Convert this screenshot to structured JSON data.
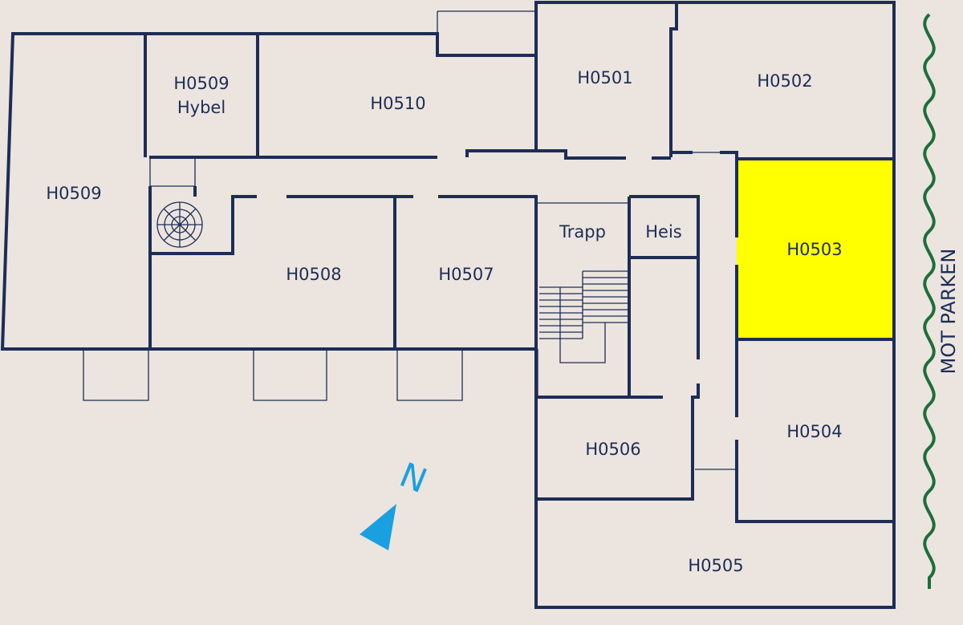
{
  "floor_plan": {
    "rooms": [
      {
        "id": "H0509",
        "label": "H0509",
        "highlighted": false
      },
      {
        "id": "H0509-hybel",
        "label": "H0509",
        "sublabel": "Hybel",
        "highlighted": false
      },
      {
        "id": "H0510",
        "label": "H0510",
        "highlighted": false
      },
      {
        "id": "H0501",
        "label": "H0501",
        "highlighted": false
      },
      {
        "id": "H0502",
        "label": "H0502",
        "highlighted": false
      },
      {
        "id": "H0503",
        "label": "H0503",
        "highlighted": true
      },
      {
        "id": "H0508",
        "label": "H0508",
        "highlighted": false
      },
      {
        "id": "H0507",
        "label": "H0507",
        "highlighted": false
      },
      {
        "id": "Trapp",
        "label": "Trapp",
        "highlighted": false
      },
      {
        "id": "Heis",
        "label": "Heis",
        "highlighted": false
      },
      {
        "id": "H0506",
        "label": "H0506",
        "highlighted": false
      },
      {
        "id": "H0504",
        "label": "H0504",
        "highlighted": false
      },
      {
        "id": "H0505",
        "label": "H0505",
        "highlighted": false
      }
    ],
    "side_label": "MOT PARKEN",
    "compass_label": "N",
    "colors": {
      "background": "#ece5df",
      "walls": "#1d2d55",
      "highlight": "#ffff00",
      "compass": "#1a9fe0",
      "park_line": "#1d6e3a"
    }
  }
}
